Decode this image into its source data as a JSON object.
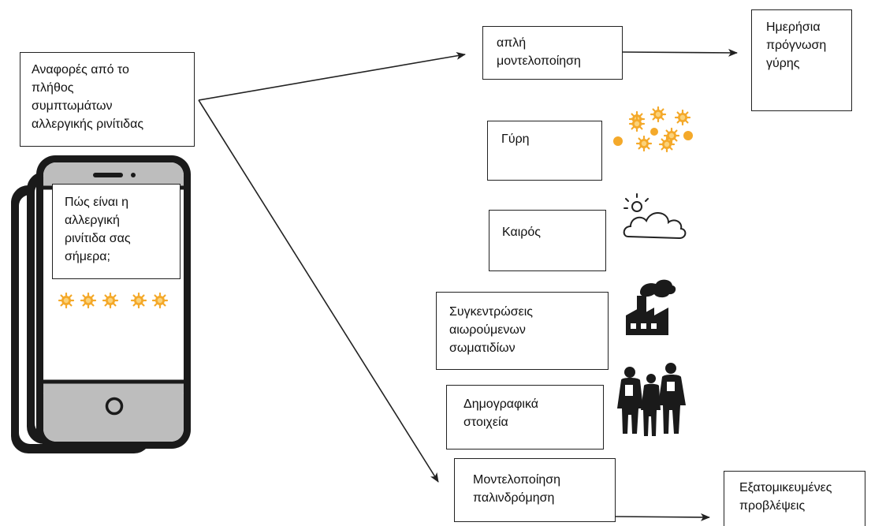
{
  "source_box": {
    "lines": [
      "Αναφορές από το",
      "πλήθος",
      "συμπτωμάτων",
      "αλλεργικής ρινίτιδας"
    ]
  },
  "phone_question": {
    "lines": [
      "Πώς είναι η",
      "αλλεργική",
      "ρινίτιδα σας",
      "σήμερα;"
    ]
  },
  "simple_model_box": {
    "lines": [
      "απλή",
      "μοντελοποίηση"
    ]
  },
  "daily_forecast_box": {
    "lines": [
      "Ημερήσια",
      "πρόγνωση",
      "γύρης"
    ]
  },
  "pollen_box": {
    "lines": [
      "Γύρη"
    ]
  },
  "weather_box": {
    "lines": [
      "Καιρός"
    ]
  },
  "particulates_box": {
    "lines": [
      "Συγκεντρώσεις",
      "αιωρούμενων",
      "σωματιδίων"
    ]
  },
  "demographics_box": {
    "lines": [
      "Δημογραφικά",
      "στοιχεία"
    ]
  },
  "regression_box": {
    "lines": [
      "Μοντελοποίηση",
      "παλινδρόμηση"
    ]
  },
  "personal_predictions_box": {
    "lines": [
      "Εξατομικευμένες",
      "προβλέψεις"
    ]
  },
  "colors": {
    "pollen": "#f4a92a",
    "phone_frame": "#1a1a1a",
    "phone_bezel": "#bdbdbd",
    "arrow": "#222222"
  },
  "icons": [
    "smartphone-stack-icon",
    "pollen-icon",
    "cloud-sun-icon",
    "factory-icon",
    "people-icon"
  ]
}
